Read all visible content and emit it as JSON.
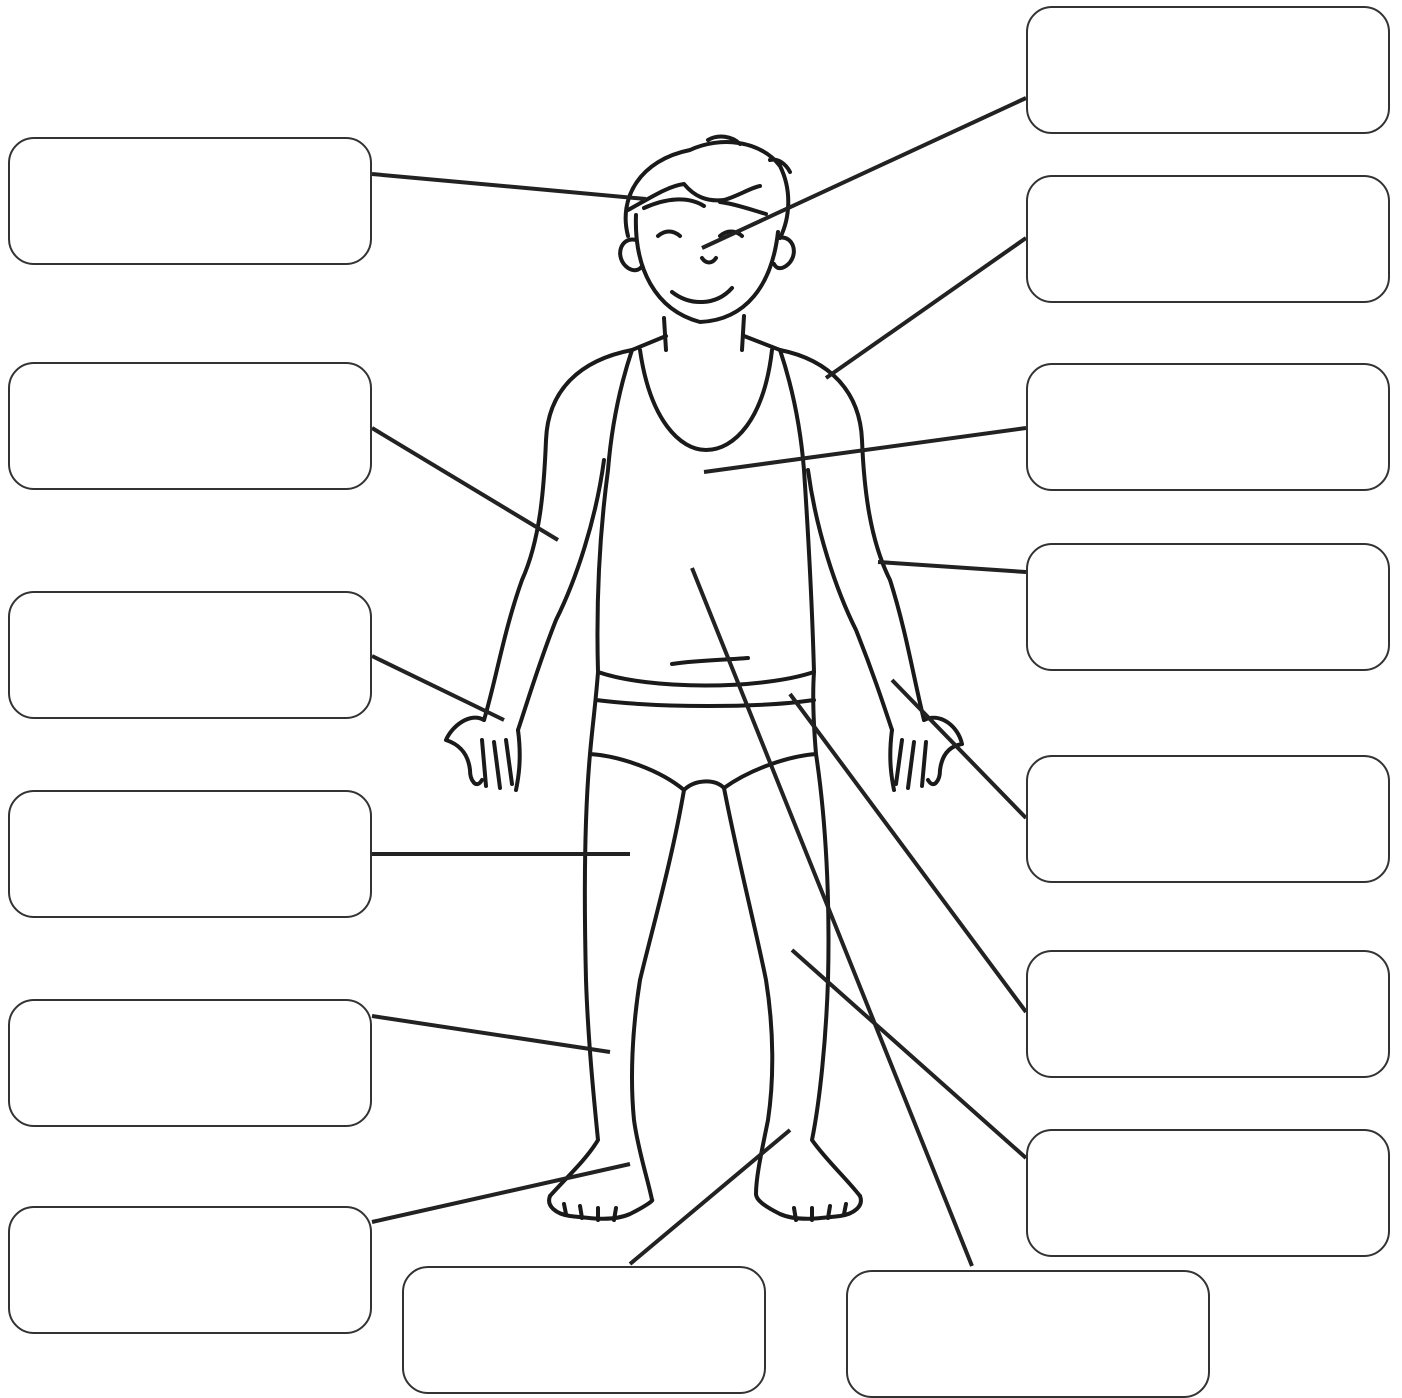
{
  "worksheet": {
    "labels": [
      {
        "id": "left-1",
        "text": ""
      },
      {
        "id": "left-2",
        "text": ""
      },
      {
        "id": "left-3",
        "text": ""
      },
      {
        "id": "left-4",
        "text": ""
      },
      {
        "id": "left-5",
        "text": ""
      },
      {
        "id": "left-6",
        "text": ""
      },
      {
        "id": "right-1",
        "text": ""
      },
      {
        "id": "right-2",
        "text": ""
      },
      {
        "id": "right-3",
        "text": ""
      },
      {
        "id": "right-4",
        "text": ""
      },
      {
        "id": "right-5",
        "text": ""
      },
      {
        "id": "right-6",
        "text": ""
      },
      {
        "id": "right-7",
        "text": ""
      },
      {
        "id": "bottom-1",
        "text": ""
      },
      {
        "id": "bottom-2",
        "text": ""
      }
    ]
  }
}
